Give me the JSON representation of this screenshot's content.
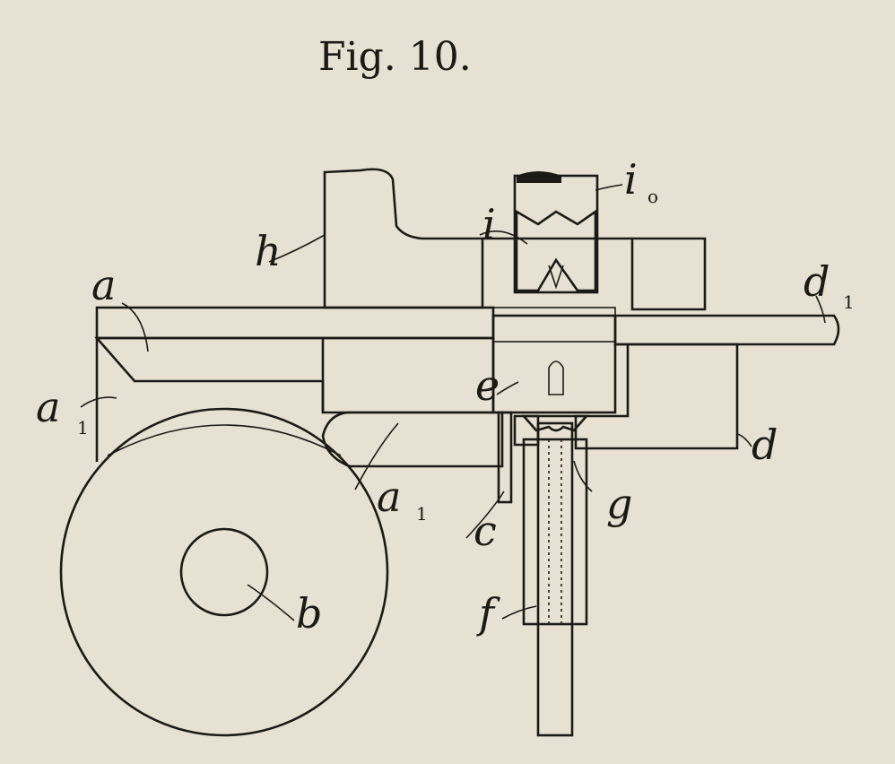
{
  "figure": {
    "title": "Fig. 10.",
    "colors": {
      "paper": "#e6e1d2",
      "ink": "#1c1a16"
    },
    "labels": {
      "a": "a",
      "a1_left": "a",
      "a1_left_sub": "1",
      "a1_right": "a",
      "a1_right_sub": "1",
      "b": "b",
      "c": "c",
      "d": "d",
      "d1": "d",
      "d1_sub": "1",
      "e": "e",
      "f": "f",
      "g": "g",
      "h": "h",
      "i": "i",
      "i0": "i",
      "i0_sub": "o"
    }
  }
}
